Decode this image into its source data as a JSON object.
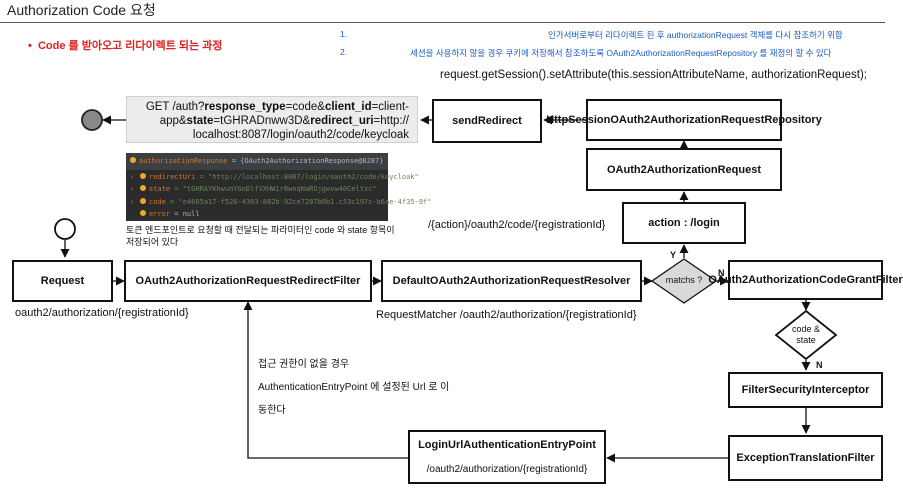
{
  "page": {
    "title": "Authorization Code 요청",
    "bullet": "Code 를 받아오고 리다이렉트 되는 과정",
    "notes": [
      {
        "num": "1.",
        "text": "인가서버로부터 리다이렉트 된 후 authorizationRequest 객체를 다시 참조하기 위함"
      },
      {
        "num": "2.",
        "text": "세션을 사용하지 않을 경우 쿠키에 저장해서 참조하도록  OAuth2AuthorizationRequestRepository 를 재정의 할 수 있다"
      }
    ],
    "code_line": "request.getSession().setAttribute(this.sessionAttributeName, authorizationRequest);"
  },
  "url_box": {
    "line1_pre": "GET /auth?",
    "line1_k1": "response_type",
    "line1_v1": "=code&",
    "line1_k2": "client_id",
    "line1_v2": "=client-",
    "line2_pre": "app&",
    "line2_k1": "state",
    "line2_v1": "=tGHRADnww3D&",
    "line2_k2": "redirect_uri",
    "line2_v2": "=http://",
    "line3": "localhost:8087/login/oauth2/code/keycloak"
  },
  "debugger": {
    "header_key": "authorizationResponse",
    "header_val": " = {OAuth2AuthorizationResponse@8287}",
    "rows": [
      {
        "k": "redirectUri",
        "v": " = \"http://localhost:8087/login/oauth2/code/keycloak\""
      },
      {
        "k": "state",
        "v": " = \"tGHRAYKhwunYGnDlfVXHW1r8wnqNaROjgwvw40CelYzc\""
      },
      {
        "k": "code",
        "v": " = \"e4665a17-f526-4303-882b-92ce7287b0b1.c53c197c-b6ae-4f35-9f\""
      },
      {
        "k": "error",
        "v": " = null"
      }
    ],
    "caption": "토큰 엔드포인트로 요청할 때 전달되는 파라미터인 code 와 state 항목이 저장되어 있다"
  },
  "boxes": {
    "send_redirect": "sendRedirect",
    "session_repo": "HttpSessionOAuth2AuthorizationRequestRepository",
    "oauth2_request": "OAuth2AuthorizationRequest",
    "action_login": "action : /login",
    "request": "Request",
    "redirect_filter": "OAuth2AuthorizationRequestRedirectFilter",
    "resolver": "DefaultOAuth2AuthorizationRequestResolver",
    "code_grant_filter": "OAuth2AuthorizationCodeGrantFilter",
    "filter_security": "FilterSecurityInterceptor",
    "exception_filter": "ExceptionTranslationFilter",
    "entry_point": "LoginUrlAuthenticationEntryPoint",
    "entry_point_url": "/oauth2/authorization/{registrationId}"
  },
  "diamonds": {
    "matchs": "matchs ?",
    "code_state": "code & state"
  },
  "labels": {
    "action_path": "/{action}/oauth2/code/{registrationId}",
    "request_path": "oauth2/authorization/{registrationId}",
    "request_matcher": "RequestMatcher /oauth2/authorization/{registrationId}",
    "yes": "Y",
    "no": "N",
    "no2": "N",
    "access_denied_1": "접근 권한이 없을 경우",
    "access_denied_2": "AuthenticationEntryPoint 에 설정된 Url 로 이",
    "access_denied_3": "동한다"
  },
  "colors": {
    "accent_red": "#e02020",
    "note_blue": "#1a5cc4",
    "end_circle": "#888888"
  }
}
